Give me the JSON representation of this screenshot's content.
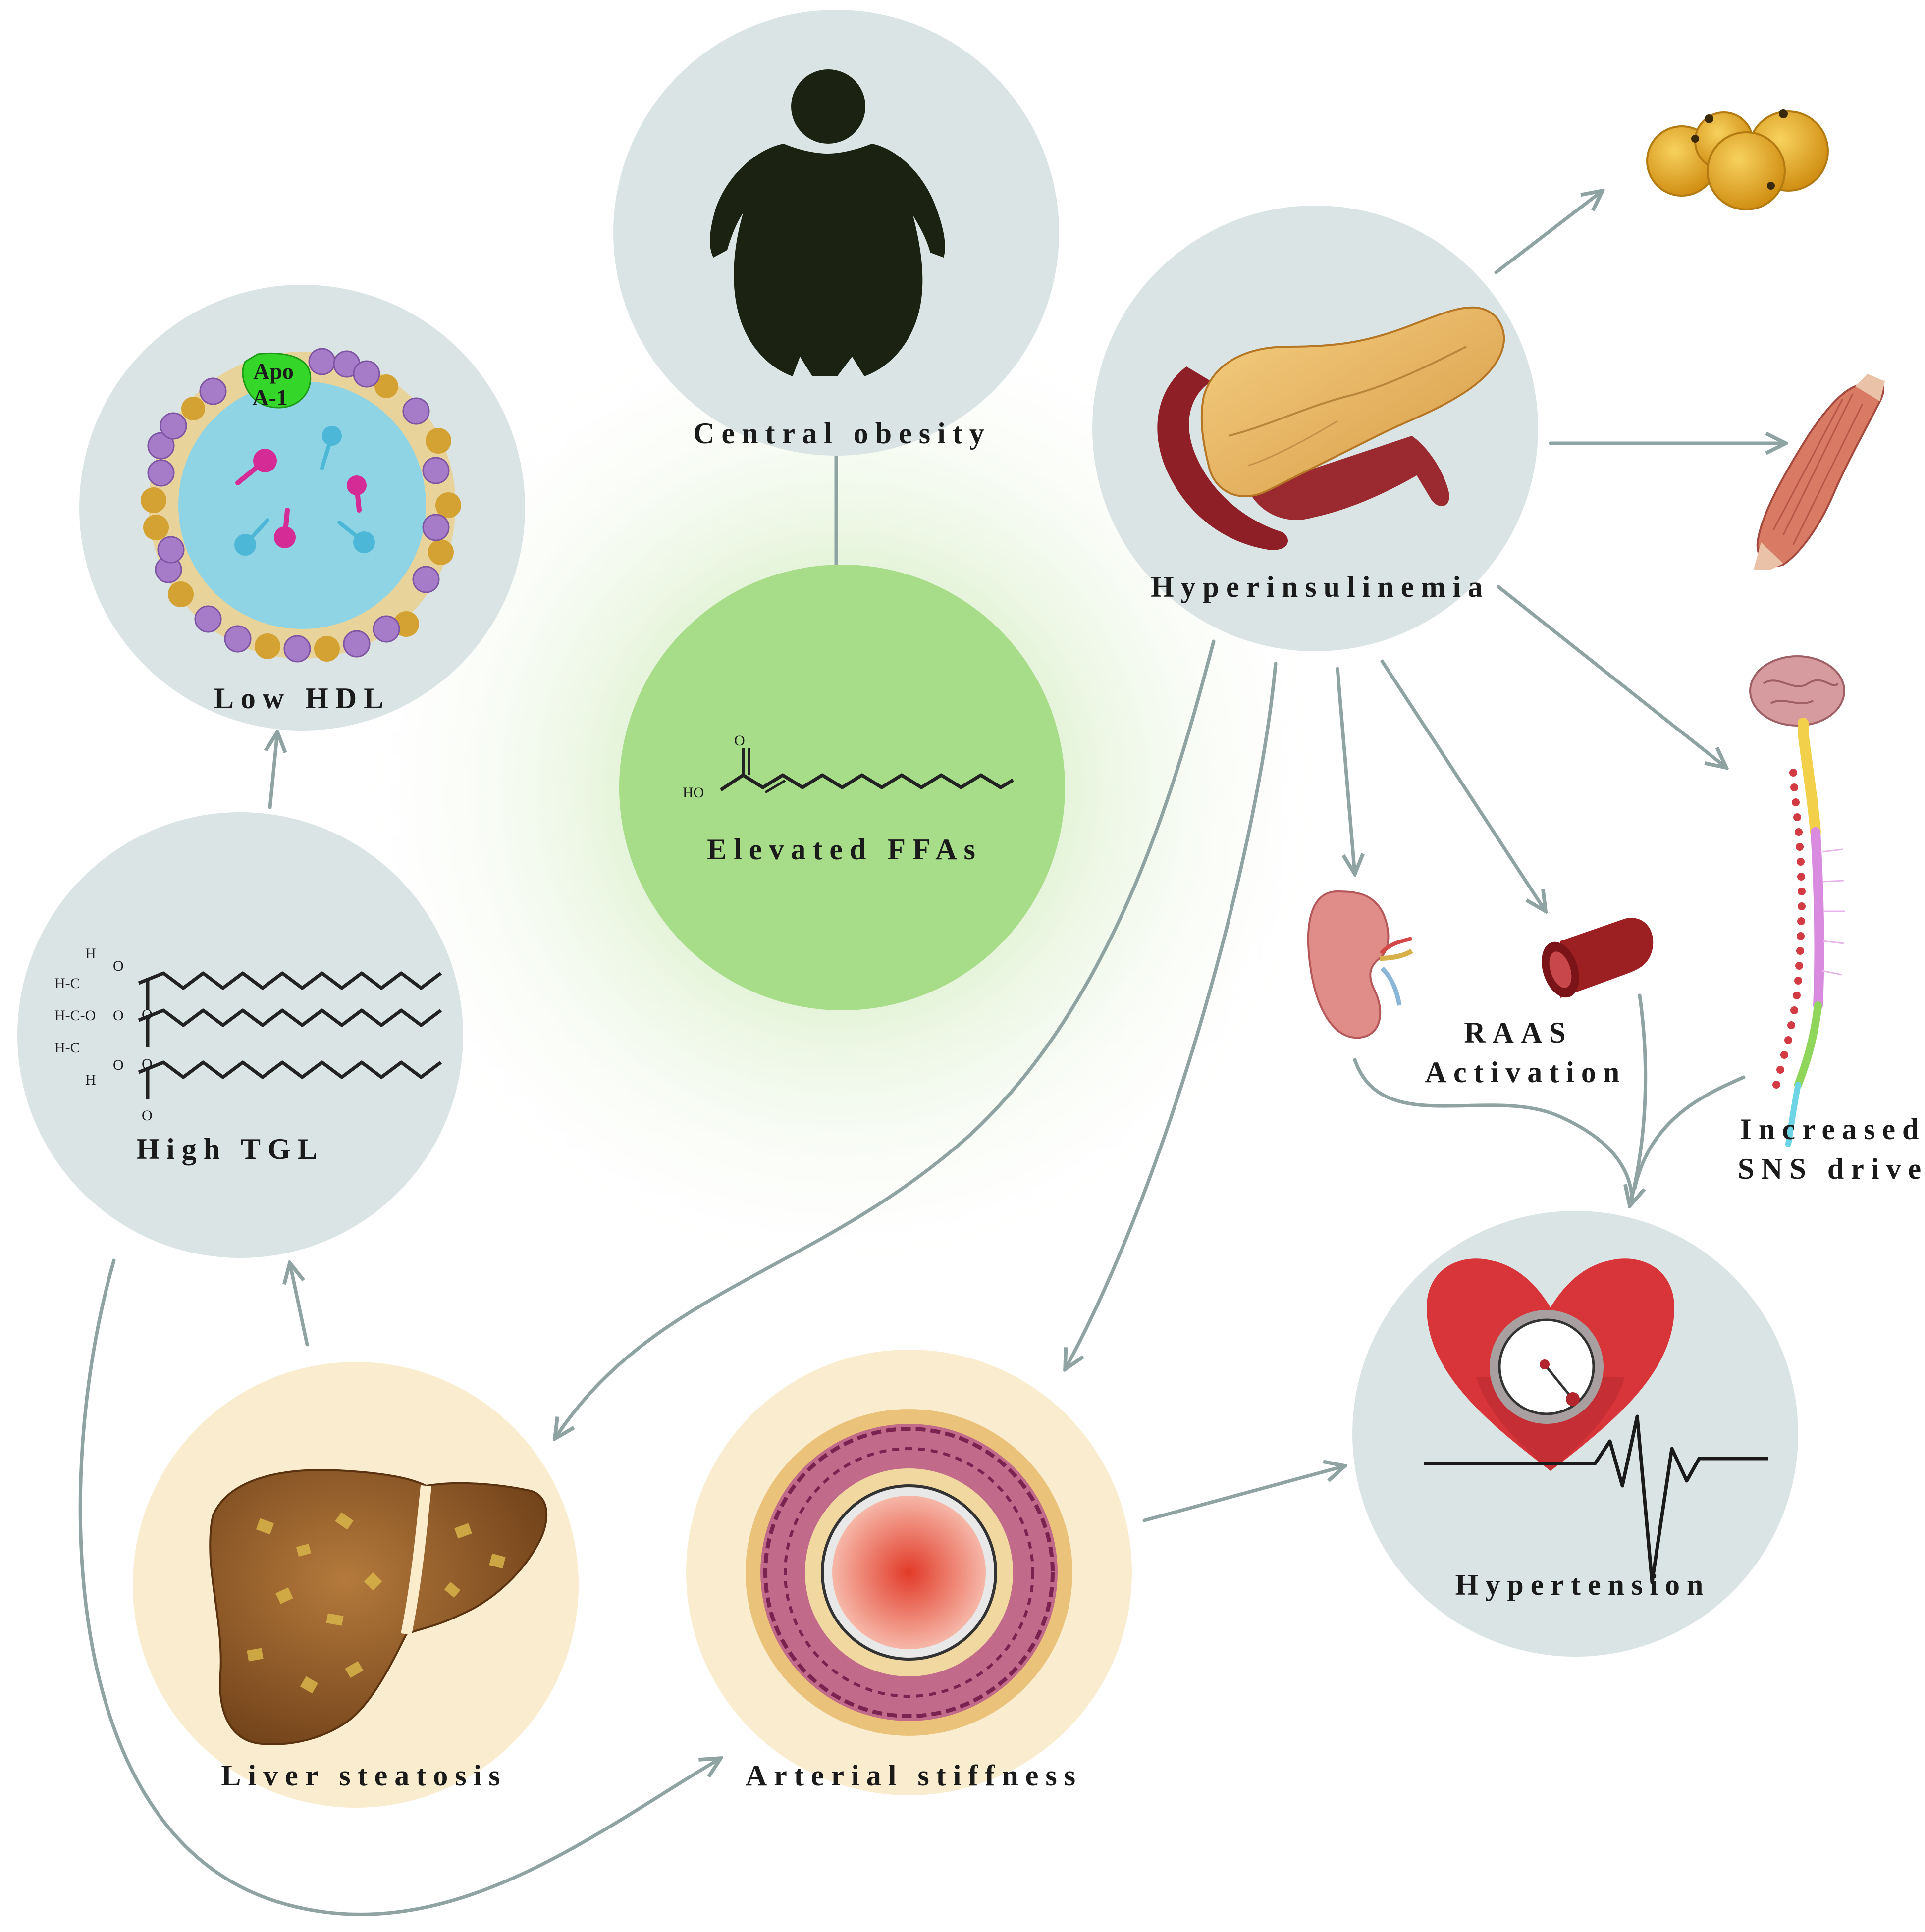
{
  "nodes": {
    "central_obesity": "Central obesity",
    "elevated_ffas": "Elevated FFAs",
    "hyperinsulinemia": "Hyperinsulinemia",
    "low_hdl": "Low HDL",
    "high_tgl": "High TGL",
    "liver_steatosis": "Liver steatosis",
    "arterial_stiffness": "Arterial stiffness",
    "hypertension": "Hypertension",
    "raas_line1": "RAAS",
    "raas_line2": "Activation",
    "sns_line1": "Increased",
    "sns_line2": "SNS drive"
  },
  "hdl": {
    "apo_line1": "Apo",
    "apo_line2": "A-1"
  },
  "chem": {
    "ho": "HO",
    "o": "O",
    "h": "H",
    "hc": "H-C",
    "hco": "H-C-O"
  },
  "colors": {
    "circle_grey": "#dbe4e4",
    "circle_cream": "#faedcf",
    "circle_green": "#a7dc88",
    "arrow": "#8fa3a3",
    "obesity_silhouette": "#1b2212",
    "apo_green": "#35d62a",
    "heart_red": "#d8353a"
  },
  "icons": {
    "obesity": "obese-person-silhouette-icon",
    "pancreas": "pancreas-icon",
    "fat_cells": "adipocytes-icon",
    "muscle": "muscle-icon",
    "brain_spine": "brain-spinal-cord-icon",
    "kidney": "kidney-icon",
    "vessel": "blood-vessel-icon",
    "liver": "fatty-liver-icon",
    "artery": "artery-cross-section-icon",
    "heart": "heart-pressure-gauge-icon",
    "lipoprotein": "hdl-particle-icon",
    "triglyceride": "triglyceride-molecule-icon",
    "fatty_acid": "fatty-acid-molecule-icon"
  }
}
